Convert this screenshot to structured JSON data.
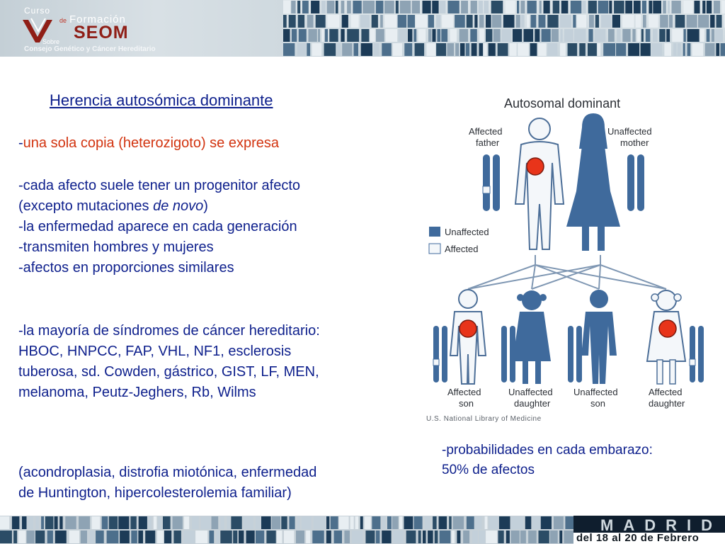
{
  "header": {
    "logo": {
      "curso": "Curso",
      "de": "de",
      "formacion": "Formación",
      "seom": "SEOM",
      "sobre": "Sobre",
      "consejo": "Consejo Genético y Cáncer Hereditario"
    }
  },
  "slide": {
    "title": "Herencia autosómica dominante",
    "line1_dash": "-",
    "line1_text": "una sola copia (heterozigoto) se expresa",
    "line2": "-cada afecto suele tener un progenitor afecto",
    "line3_pre": "(excepto mutaciones ",
    "line3_italic": "de novo",
    "line3_post": ")",
    "line4": "-la enfermedad aparece en cada generación",
    "line5": "-transmiten hombres y mujeres",
    "line6": "-afectos en proporciones similares",
    "line7": "-la mayoría de síndromes de cáncer hereditario:",
    "line8": " HBOC, HNPCC, FAP, VHL, NF1, esclerosis",
    "line9": "tuberosa, sd. Cowden, gástrico, GIST, LF, MEN,",
    "line10": "melanoma, Peutz-Jeghers, Rb, Wilms",
    "line11": "(acondroplasia, distrofia miotónica, enfermedad",
    "line12": "de Huntington, hipercolesterolemia familiar)",
    "prob1": "-probabilidades en cada embarazo:",
    "prob2": " 50% de afectos"
  },
  "figure": {
    "title": "Autosomal dominant",
    "father_l1": "Affected",
    "father_l2": "father",
    "mother_l1": "Unaffected",
    "mother_l2": "mother",
    "legend_unaffected": "Unaffected",
    "legend_affected": "Affected",
    "child1_l1": "Affected",
    "child1_l2": "son",
    "child2_l1": "Unaffected",
    "child2_l2": "daughter",
    "child3_l1": "Unaffected",
    "child3_l2": "son",
    "child4_l1": "Affected",
    "child4_l2": "daughter",
    "credit": "U.S. National Library of Medicine",
    "colors": {
      "unaffected": "#3f6a9c",
      "affected": "#f4f7fa",
      "marker": "#e8341a"
    }
  },
  "footer": {
    "city": "MADRID",
    "dates": "del 18 al 20 de Febrero"
  }
}
